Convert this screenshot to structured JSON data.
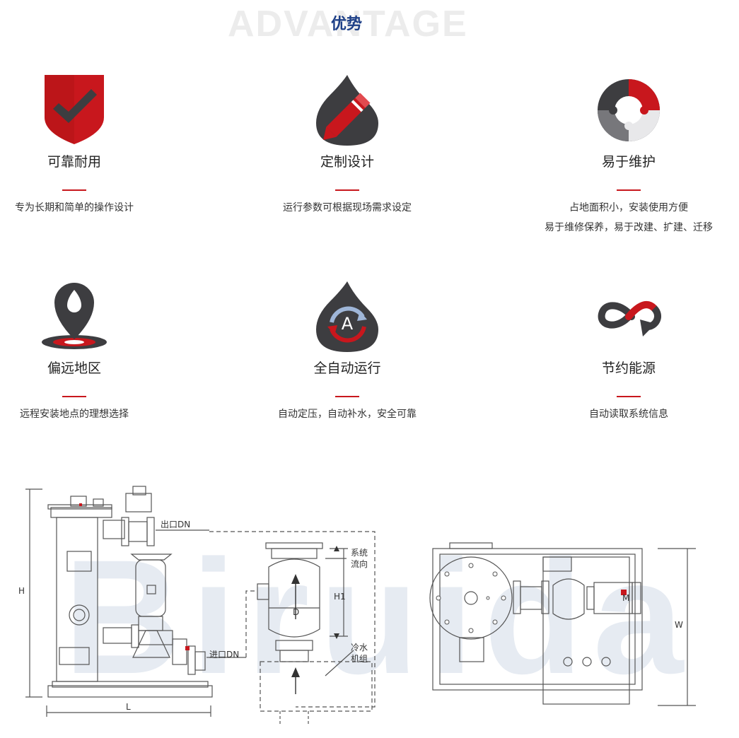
{
  "header": {
    "bg_text": "ADVANTAGE",
    "title": "优势"
  },
  "features": [
    {
      "title": "可靠耐用",
      "desc": [
        "专为长期和简单的操作设计"
      ],
      "icon": "shield-check-icon"
    },
    {
      "title": "定制设计",
      "desc": [
        "运行参数可根据现场需求设定"
      ],
      "icon": "pencil-drop-icon"
    },
    {
      "title": "易于维护",
      "desc": [
        "占地面积小，安装使用方便",
        "易于维修保养，易于改建、扩建、迁移"
      ],
      "icon": "puzzle-ring-icon"
    },
    {
      "title": "偏远地区",
      "desc": [
        "远程安装地点的理想选择"
      ],
      "icon": "location-pin-icon"
    },
    {
      "title": "全自动运行",
      "desc": [
        "自动定压，自动补水，安全可靠"
      ],
      "icon": "auto-cycle-icon"
    },
    {
      "title": "节约能源",
      "desc": [
        "自动读取系统信息"
      ],
      "icon": "infinity-arrow-icon"
    }
  ],
  "diagram": {
    "watermark": "Biruida",
    "labels": {
      "outlet": "出口DN",
      "inlet": "进口DN",
      "flow": [
        "系统",
        "流向"
      ],
      "chiller": [
        "冷水",
        "机组"
      ],
      "h": "H",
      "l": "L",
      "h1": "H1",
      "d": "D",
      "w": "W",
      "motor_mark": "M"
    }
  },
  "colors": {
    "accent_red": "#c8171d",
    "title_blue": "#1d3f87",
    "icon_dark": "#3d3d40",
    "line": "#555555"
  }
}
